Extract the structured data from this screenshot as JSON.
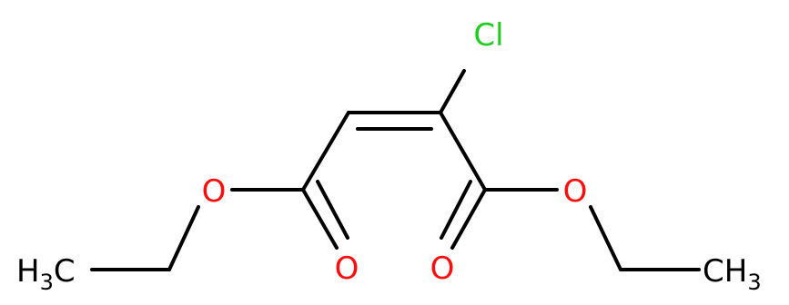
{
  "molecule": {
    "colors": {
      "bond": "#000000",
      "carbon": "#000000",
      "oxygen": "#ff0d0d",
      "chlorine": "#1fcc1f"
    },
    "labels": {
      "chlorine": "Cl",
      "carbonyl_oxygen_left": "O",
      "carbonyl_oxygen_right": "O",
      "ester_oxygen_left": "O",
      "ester_oxygen_right": "O",
      "methyl_left_main": "H",
      "methyl_left_sub": "3",
      "methyl_left_tail": "C",
      "methyl_right_main": "CH",
      "methyl_right_sub": "3"
    }
  }
}
